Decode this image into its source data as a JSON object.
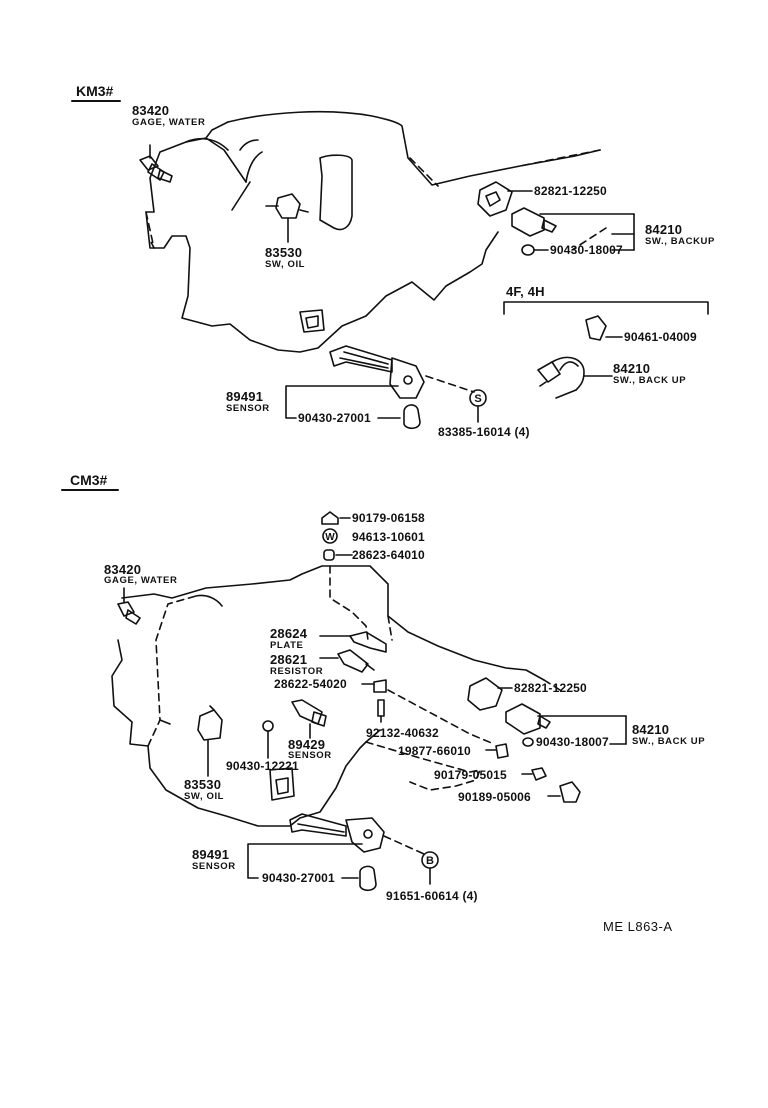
{
  "sections": {
    "km3": {
      "title": "KM3#",
      "water_gage": {
        "number": "83420",
        "desc": "GAGE, WATER"
      },
      "oil_sw": {
        "number": "83530",
        "desc": "SW, OIL"
      },
      "connector": {
        "number": "82821-12250"
      },
      "backup_sw": {
        "number": "84210",
        "desc": "SW., BACKUP"
      },
      "gasket": {
        "number": "90430-18007"
      },
      "sensor": {
        "number": "89491",
        "desc": "SENSOR"
      },
      "sensor_gasket": {
        "number": "90430-27001"
      },
      "screw": {
        "number": "83385-16014 (4)",
        "symbol": "S"
      },
      "variant": {
        "title": "4F, 4H",
        "clamp": {
          "number": "90461-04009"
        },
        "backup_sw": {
          "number": "84210",
          "desc": "SW., BACK UP"
        }
      }
    },
    "cm3": {
      "title": "CM3#",
      "nut": {
        "number": "90179-06158"
      },
      "washer": {
        "number": "94613-10601",
        "symbol": "W"
      },
      "collar": {
        "number": "28623-64010"
      },
      "water_gage": {
        "number": "83420",
        "desc": "GAGE, WATER"
      },
      "plate": {
        "number": "28624",
        "desc": "PLATE"
      },
      "resistor": {
        "number": "28621",
        "desc": "RESISTOR"
      },
      "grommet": {
        "number": "28622-54020"
      },
      "connector": {
        "number": "82821-12250"
      },
      "stud": {
        "number": "92132-40632"
      },
      "speed_sensor": {
        "number": "89429",
        "desc": "SENSOR"
      },
      "backup_sw": {
        "number": "84210",
        "desc": "SW., BACK UP"
      },
      "gasket_b": {
        "number": "90430-18007"
      },
      "oil_sw": {
        "number": "83530",
        "desc": "SW, OIL"
      },
      "gasket_a": {
        "number": "90430-12221"
      },
      "seal": {
        "number": "19877-66010"
      },
      "nut_b": {
        "number": "90179-05015"
      },
      "plug": {
        "number": "90189-05006"
      },
      "sensor": {
        "number": "89491",
        "desc": "SENSOR"
      },
      "sensor_gasket": {
        "number": "90430-27001"
      },
      "bolt": {
        "number": "91651-60614 (4)",
        "symbol": "B"
      }
    }
  },
  "footer": {
    "code": "ME L863-A"
  }
}
